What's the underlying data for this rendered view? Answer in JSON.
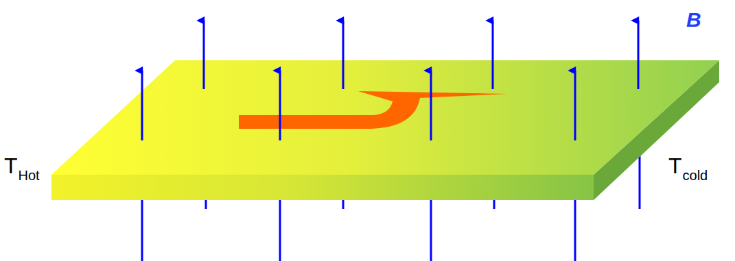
{
  "diagram": {
    "labels": [
      "B",
      "T",
      "Hot",
      "T",
      "cold"
    ]
  }
}
